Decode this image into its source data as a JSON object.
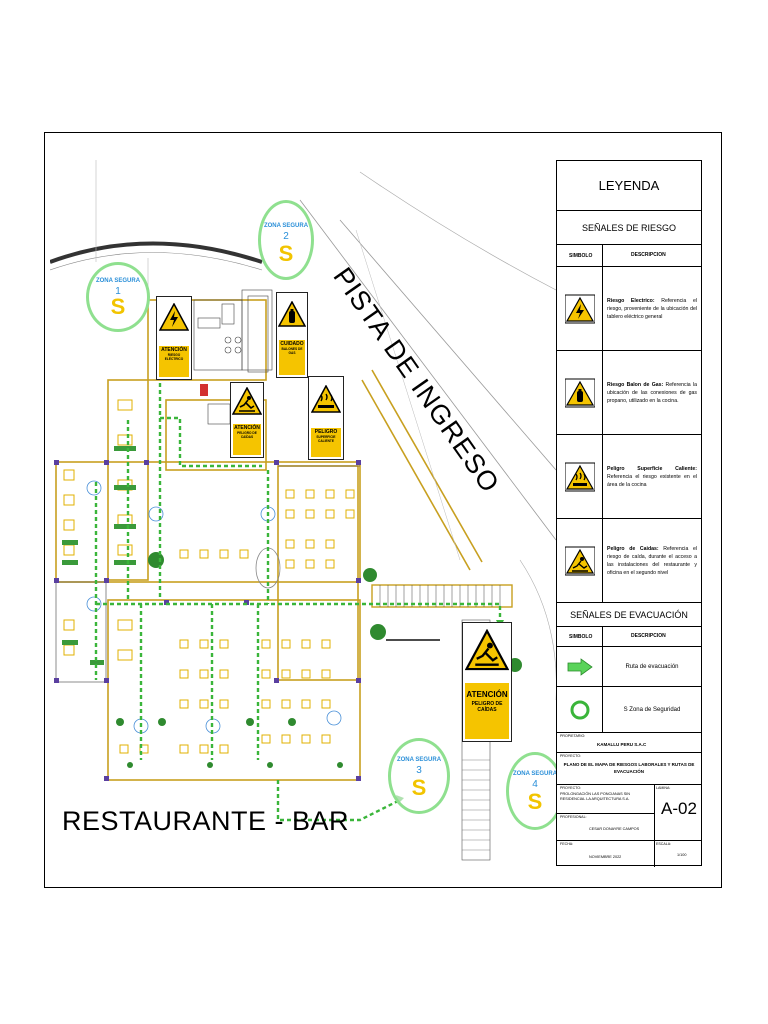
{
  "plan": {
    "title": "RESTAURANTE - BAR",
    "road_label": "PISTA DE INGRESO",
    "safe_zones": [
      {
        "label": "ZONA SEGURA",
        "number": "1",
        "symbol": "S"
      },
      {
        "label": "ZONA SEGURA",
        "number": "2",
        "symbol": "S"
      },
      {
        "label": "ZONA SEGURA",
        "number": "3",
        "symbol": "S"
      },
      {
        "label": "ZONA SEGURA",
        "number": "4",
        "symbol": "S"
      }
    ],
    "signs": [
      {
        "title": "ATENCIÓN",
        "sub": "RIESGO ELÉCTRICO",
        "icon": "electric-hazard-icon"
      },
      {
        "title": "CUIDADO",
        "sub": "BALONES DE GAS",
        "icon": "gas-cylinder-icon"
      },
      {
        "title": "ATENCIÓN",
        "sub": "PELIGRO DE CAÍDAS",
        "icon": "fall-hazard-icon"
      },
      {
        "title": "PELIGRO",
        "sub": "SUPERFICIE CALIENTE",
        "icon": "hot-surface-icon"
      },
      {
        "title": "ATENCIÓN",
        "sub": "PELIGRO DE CAÍDAS",
        "icon": "fall-hazard-icon"
      }
    ],
    "colors": {
      "route": "#3ab53a",
      "zone": "#8fe08f",
      "zone_text": "#2a8fd8",
      "sign_yellow": "#f5c400",
      "wall": "#c8a020"
    }
  },
  "legend": {
    "title": "LEYENDA",
    "risk_section": "SEÑALES DE RIESGO",
    "col_symbol": "SIMBOLO",
    "col_description": "DESCRIPCION",
    "risk_items": [
      {
        "icon": "electric-hazard-icon",
        "name": "Riesgo Electrico:",
        "text": "Referencia el riesgo, proveniente de la ubicación del tablero eléctrico general"
      },
      {
        "icon": "gas-cylinder-icon",
        "name": "Riesgo Balon de Gas:",
        "text": "Referencia la ubicación de las conexiones de gas propano, utilizado en la cocina."
      },
      {
        "icon": "hot-surface-icon",
        "name": "Peligro Superficie Caliente:",
        "text": "Referencia el riesgo existente en el área de la cocina"
      },
      {
        "icon": "fall-hazard-icon",
        "name": "Peligro de Caidas:",
        "text": "Referencia el riesgo de caída, durante el acceso a las instalaciones del restaurante y oficina en el segundo nivel"
      }
    ],
    "evac_section": "SEÑALES DE EVACUACIÓN",
    "evac_items": [
      {
        "icon": "green-arrow-icon",
        "text": "Ruta de evacuación"
      },
      {
        "icon": "green-circle-icon",
        "text": "S Zona de Seguridad"
      }
    ]
  },
  "title_block": {
    "owner_label": "PROPIETARIO:",
    "owner": "KAMALLU PERU S.A.C",
    "plan_label": "PROYECTO:",
    "plan_name": "PLANO DE EL MAPA DE RIESGOS LABORALES Y RUTAS DE EVACUACIÓN",
    "project_label": "PROYECTO:",
    "project": "PROLONGACIÓN LAS PONCIANAS SIN RESIDENCIAL LA ARQUITECTURA S.A.",
    "sheet_label": "LAMINA:",
    "sheet": "A-02",
    "professional_label": "PROFESIONAL:",
    "professional": "CESAR DONAYRE CAMPOS",
    "date_label": "FECHA:",
    "date": "NOVIEMBRE 2022",
    "scale_label": "ESCALA:",
    "scale": "1/100"
  }
}
